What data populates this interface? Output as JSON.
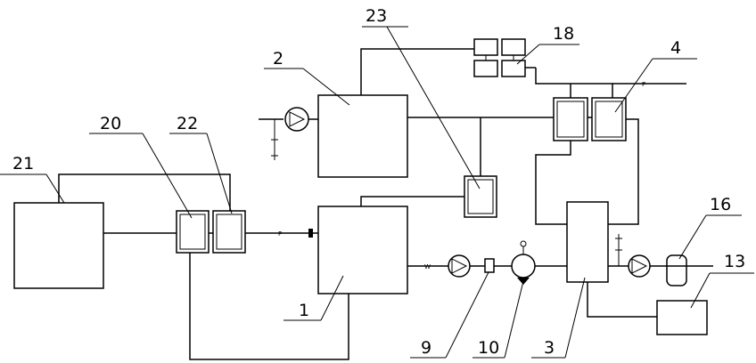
{
  "labels": {
    "n1": "1",
    "n2": "2",
    "n3": "3",
    "n4": "4",
    "n9": "9",
    "n10": "10",
    "n13": "13",
    "n16": "16",
    "n18": "18",
    "n20": "20",
    "n21": "21",
    "n22": "22",
    "n23": "23"
  },
  "pipe_marks": {
    "p_left": "P",
    "w_mid": "W",
    "p_right": "P"
  }
}
